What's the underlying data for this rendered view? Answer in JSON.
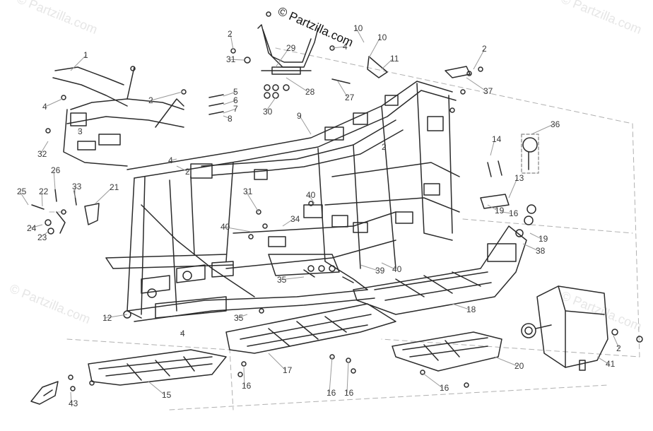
{
  "credit": "© Partzilla.com",
  "watermarks": [
    "© Partzilla.com",
    "© Partzilla.com",
    "© Partzilla.com",
    "© Partzilla.com"
  ],
  "callouts": [
    "1",
    "2",
    "2",
    "2",
    "2",
    "2",
    "2",
    "3",
    "4",
    "4",
    "4",
    "4",
    "5",
    "6",
    "7",
    "8",
    "9",
    "10",
    "10",
    "11",
    "12",
    "13",
    "14",
    "15",
    "16",
    "16",
    "16",
    "16",
    "16",
    "17",
    "18",
    "19",
    "19",
    "20",
    "21",
    "22",
    "23",
    "24",
    "25",
    "26",
    "27",
    "28",
    "29",
    "30",
    "31",
    "31",
    "32",
    "33",
    "34",
    "35",
    "35",
    "36",
    "37",
    "38",
    "39",
    "40",
    "40",
    "40",
    "41",
    "43"
  ],
  "colors": {
    "line": "#2b2b2b",
    "leader": "#9a9a9a",
    "label": "#3a3a3a",
    "watermark": "#e6e6e6"
  }
}
